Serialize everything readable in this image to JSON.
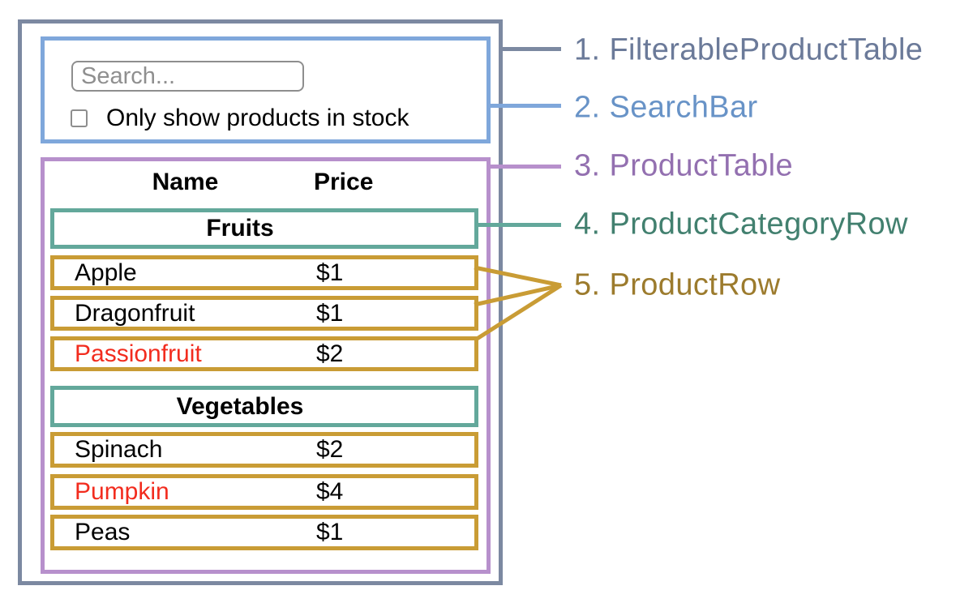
{
  "search_bar": {
    "search_placeholder": "Search...",
    "checkbox_label": "Only show products in stock",
    "checkbox_checked": false
  },
  "product_table": {
    "header": {
      "name": "Name",
      "price": "Price"
    },
    "sections": [
      {
        "category": "Fruits",
        "rows": [
          {
            "name": "Apple",
            "price": "$1",
            "in_stock": true
          },
          {
            "name": "Dragonfruit",
            "price": "$1",
            "in_stock": true
          },
          {
            "name": "Passionfruit",
            "price": "$2",
            "in_stock": false
          }
        ]
      },
      {
        "category": "Vegetables",
        "rows": [
          {
            "name": "Spinach",
            "price": "$2",
            "in_stock": true
          },
          {
            "name": "Pumpkin",
            "price": "$4",
            "in_stock": false
          },
          {
            "name": "Peas",
            "price": "$1",
            "in_stock": true
          }
        ]
      }
    ]
  },
  "legend": {
    "items": [
      {
        "label": "1. FilterableProductTable",
        "color": "#6B7A99"
      },
      {
        "label": "2. SearchBar",
        "color": "#6893C7"
      },
      {
        "label": "3. ProductTable",
        "color": "#9370B0"
      },
      {
        "label": "4. ProductCategoryRow",
        "color": "#42806F"
      },
      {
        "label": "5. ProductRow",
        "color": "#9C7B2D"
      }
    ]
  },
  "colors": {
    "filterable_product_table_border": "#7C89A1",
    "search_bar_border": "#7FA7DB",
    "product_table_border": "#B790CC",
    "product_category_row_border": "#63A89B",
    "product_row_border": "#C99C35",
    "out_of_stock_text": "#F22C1E"
  }
}
